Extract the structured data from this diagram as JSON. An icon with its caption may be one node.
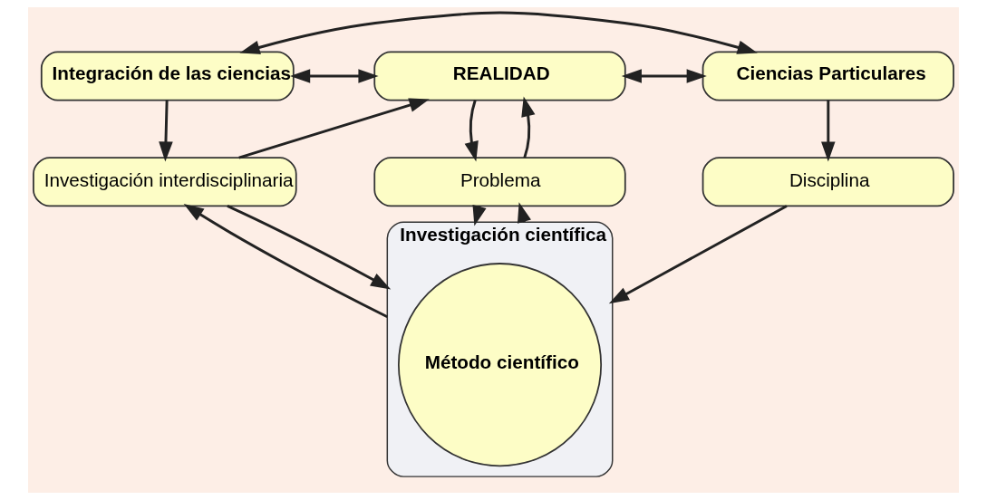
{
  "diagram": {
    "nodes": [
      {
        "text": [
          "Integración de las ciencias"
        ]
      },
      {
        "text": [
          "REALIDAD"
        ]
      },
      {
        "text": [
          "Ciencias Particulares"
        ]
      },
      {
        "text": [
          "Investigación interdisciplinaria"
        ]
      },
      {
        "text": [
          "Problema"
        ]
      },
      {
        "text": [
          "Disciplina"
        ]
      },
      {
        "text": [
          "Investigación científica"
        ]
      },
      {
        "text": [
          "Método científico"
        ],
        "in": 6
      }
    ],
    "edges": [
      {
        "from": 0,
        "to": 1,
        "arrow": "both"
      },
      {
        "from": 1,
        "to": 2,
        "arrow": "both"
      },
      {
        "from": 0,
        "to": 3,
        "arrow": "to"
      },
      {
        "from": 3,
        "to": 1,
        "arrow": "to"
      },
      {
        "from": 1,
        "to": 4,
        "arrow": "to"
      },
      {
        "from": 4,
        "to": 1,
        "arrow": "to"
      },
      {
        "from": 2,
        "to": 5,
        "arrow": "to"
      },
      {
        "from": 4,
        "to": 6,
        "arrow": "to"
      },
      {
        "from": 6,
        "to": 4,
        "arrow": "to"
      },
      {
        "from": 6,
        "to": 3,
        "arrow": "to"
      },
      {
        "from": 3,
        "to": 6,
        "arrow": "to"
      },
      {
        "from": 5,
        "to": 6,
        "arrow": "to"
      },
      {
        "from": 0,
        "to": 2,
        "arrow": "both"
      }
    ]
  }
}
